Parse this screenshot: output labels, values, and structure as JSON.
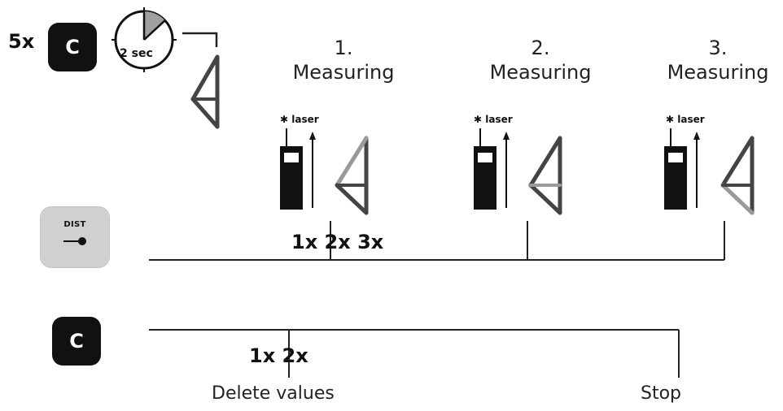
{
  "prefix": {
    "count_label": "5x"
  },
  "keys": {
    "c_label": "C",
    "dist_label": "DIST"
  },
  "timer": {
    "label": "2 sec"
  },
  "steps": [
    {
      "number": "1.",
      "label": "Measuring",
      "laser": "laser"
    },
    {
      "number": "2.",
      "label": "Measuring",
      "laser": "laser"
    },
    {
      "number": "3.",
      "label": "Measuring",
      "laser": "laser"
    }
  ],
  "dist_row": {
    "presses_label": "1x 2x 3x"
  },
  "c_row": {
    "presses_label": "1x 2x",
    "delete_label": "Delete values",
    "stop_label": "Stop"
  },
  "colors": {
    "key_dark": "#111111",
    "key_light": "#d0d0d0",
    "line": "#222222",
    "accent_gray": "#9a9a9a"
  }
}
